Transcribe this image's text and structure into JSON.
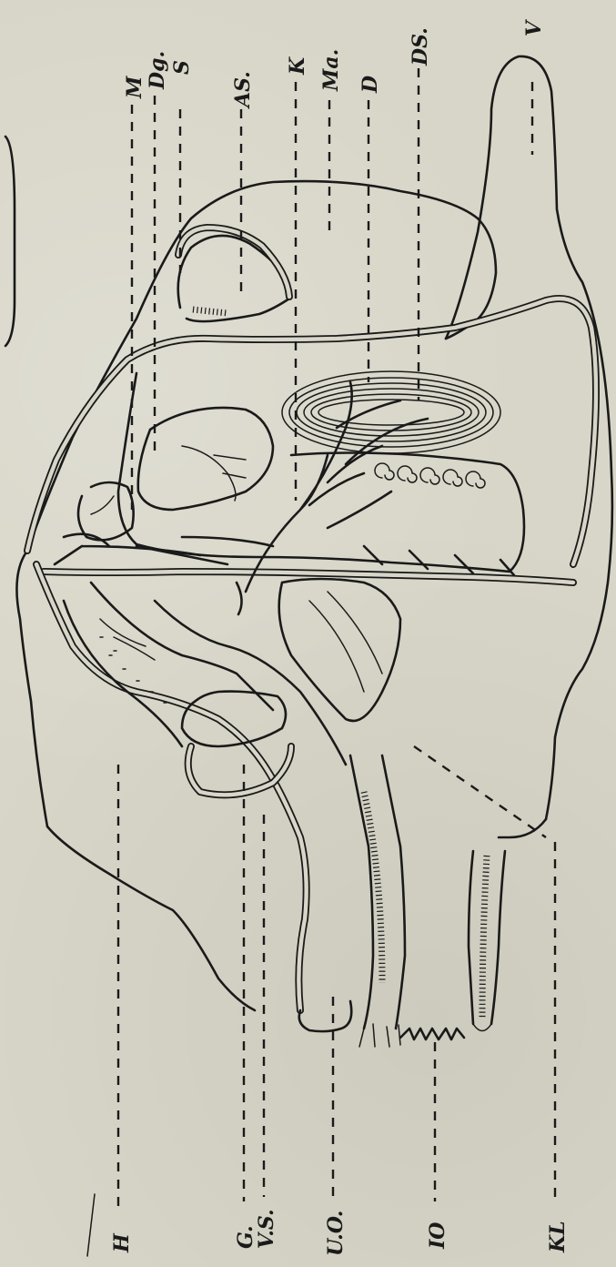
{
  "figure": {
    "labels": {
      "H": "H",
      "G": "G.",
      "VS": "V.S.",
      "UO": "U.O.",
      "IO": "IO",
      "KL": "KL",
      "M": "M",
      "DG": "Dg.",
      "S": "S",
      "AS": "AS.",
      "K": "K",
      "MA": "Ma.",
      "D": "D",
      "DS": "DS.",
      "V": "V"
    }
  }
}
